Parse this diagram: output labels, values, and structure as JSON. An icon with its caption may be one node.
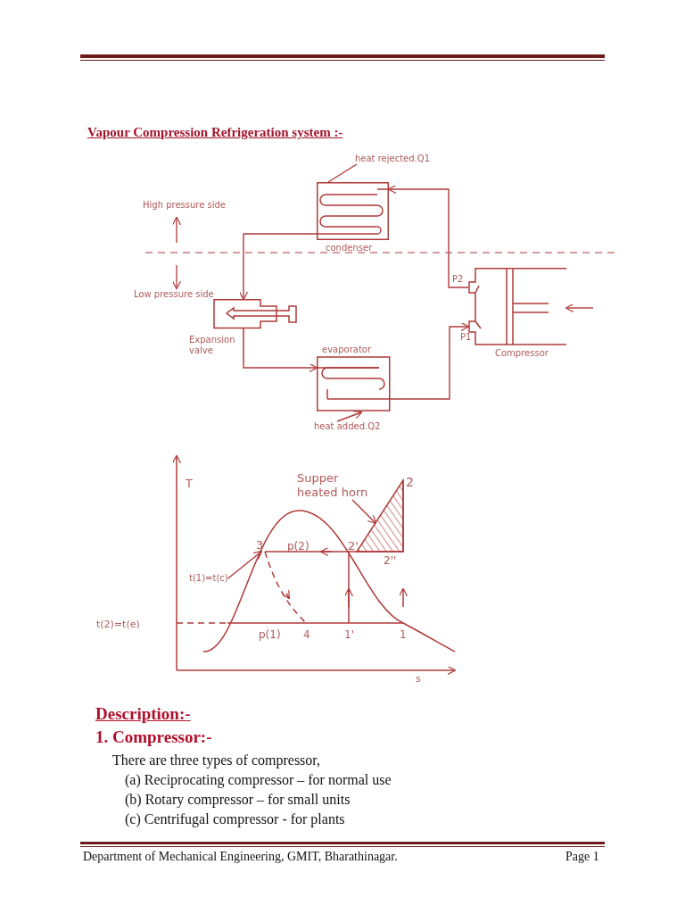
{
  "diagram": {
    "title": "Vapour Compression Refrigeration system :-",
    "nodes": [
      {
        "text": [
          "condenser"
        ]
      },
      {
        "text": [
          "Expansion valve"
        ]
      },
      {
        "text": [
          "evaporator"
        ]
      },
      {
        "text": [
          "Compressor"
        ]
      },
      {
        "text": [
          "heat rejected.Q1"
        ]
      },
      {
        "text": [
          "heat added.Q2"
        ]
      },
      {
        "text": [
          "Supper heated horn"
        ]
      },
      {
        "text": [],
        "shape": "triangle"
      },
      {
        "text": [
          "t(1)=t(c)"
        ]
      },
      {
        "text": [
          "3"
        ]
      }
    ],
    "edges": [
      {
        "from": 0,
        "to": 1,
        "arrow": "to"
      },
      {
        "from": 1,
        "to": 2,
        "arrow": "to"
      },
      {
        "from": 2,
        "to": 3,
        "arrow": "to"
      },
      {
        "from": 3,
        "to": 0,
        "arrow": "to"
      },
      {
        "from": null,
        "to": 3,
        "arrow": "to"
      },
      {
        "from": 4,
        "to": 0,
        "arrow": "none"
      },
      {
        "from": 5,
        "to": 2,
        "arrow": "to"
      },
      {
        "from": 6,
        "to": 7,
        "arrow": "to"
      },
      {
        "from": 8,
        "to": 9,
        "arrow": "to"
      }
    ],
    "labels": [
      "High pressure side",
      "P2",
      "Low pressure side",
      "P1",
      "T",
      "2",
      "p(2)",
      "2'",
      "2''",
      "t(2)=t(e)",
      "p(1)",
      "4",
      "1'",
      "1",
      "s",
      "Description:-",
      "1. Compressor:-",
      "There are three types of compressor,",
      "(a) Reciprocating compressor – for normal use",
      "(b) Rotary compressor – for small units",
      "(c) Centrifugal compressor - for plants",
      "Department of Mechanical Engineering, GMIT, Bharathinagar.",
      "Page 1"
    ]
  }
}
